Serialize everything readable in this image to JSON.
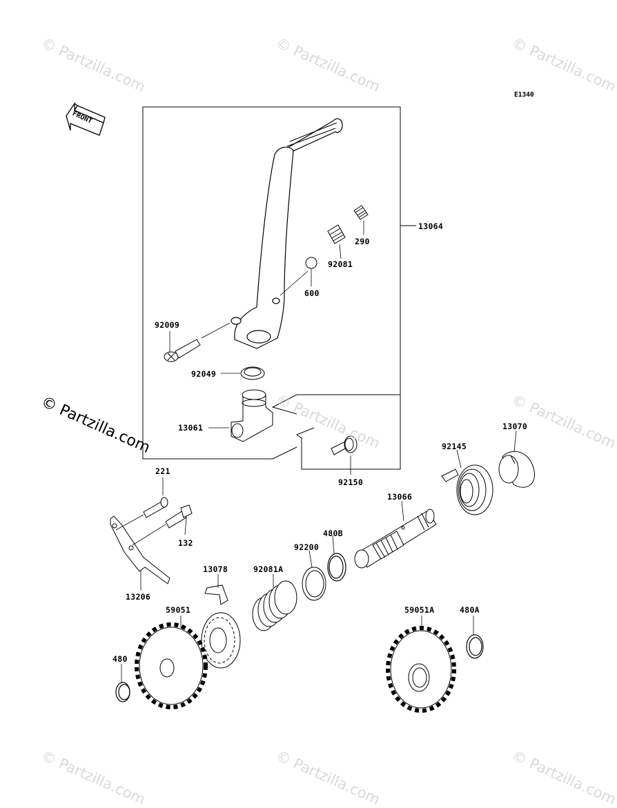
{
  "diagram_code": "E1340",
  "front_label": "FRONT",
  "watermark_text": "© Partzilla.com",
  "watermark_main": "© Partzilla.com",
  "parts": {
    "p13064": "13064",
    "p290": "290",
    "p92081": "92081",
    "p600": "600",
    "p92009": "92009",
    "p92049": "92049",
    "p13061": "13061",
    "p92150": "92150",
    "p13070": "13070",
    "p92145": "92145",
    "p13066": "13066",
    "p221": "221",
    "p132": "132",
    "p480B": "480B",
    "p92200": "92200",
    "p92081A": "92081A",
    "p13078": "13078",
    "p13206": "13206",
    "p59051": "59051",
    "p59051A": "59051A",
    "p480A": "480A",
    "p480": "480"
  }
}
